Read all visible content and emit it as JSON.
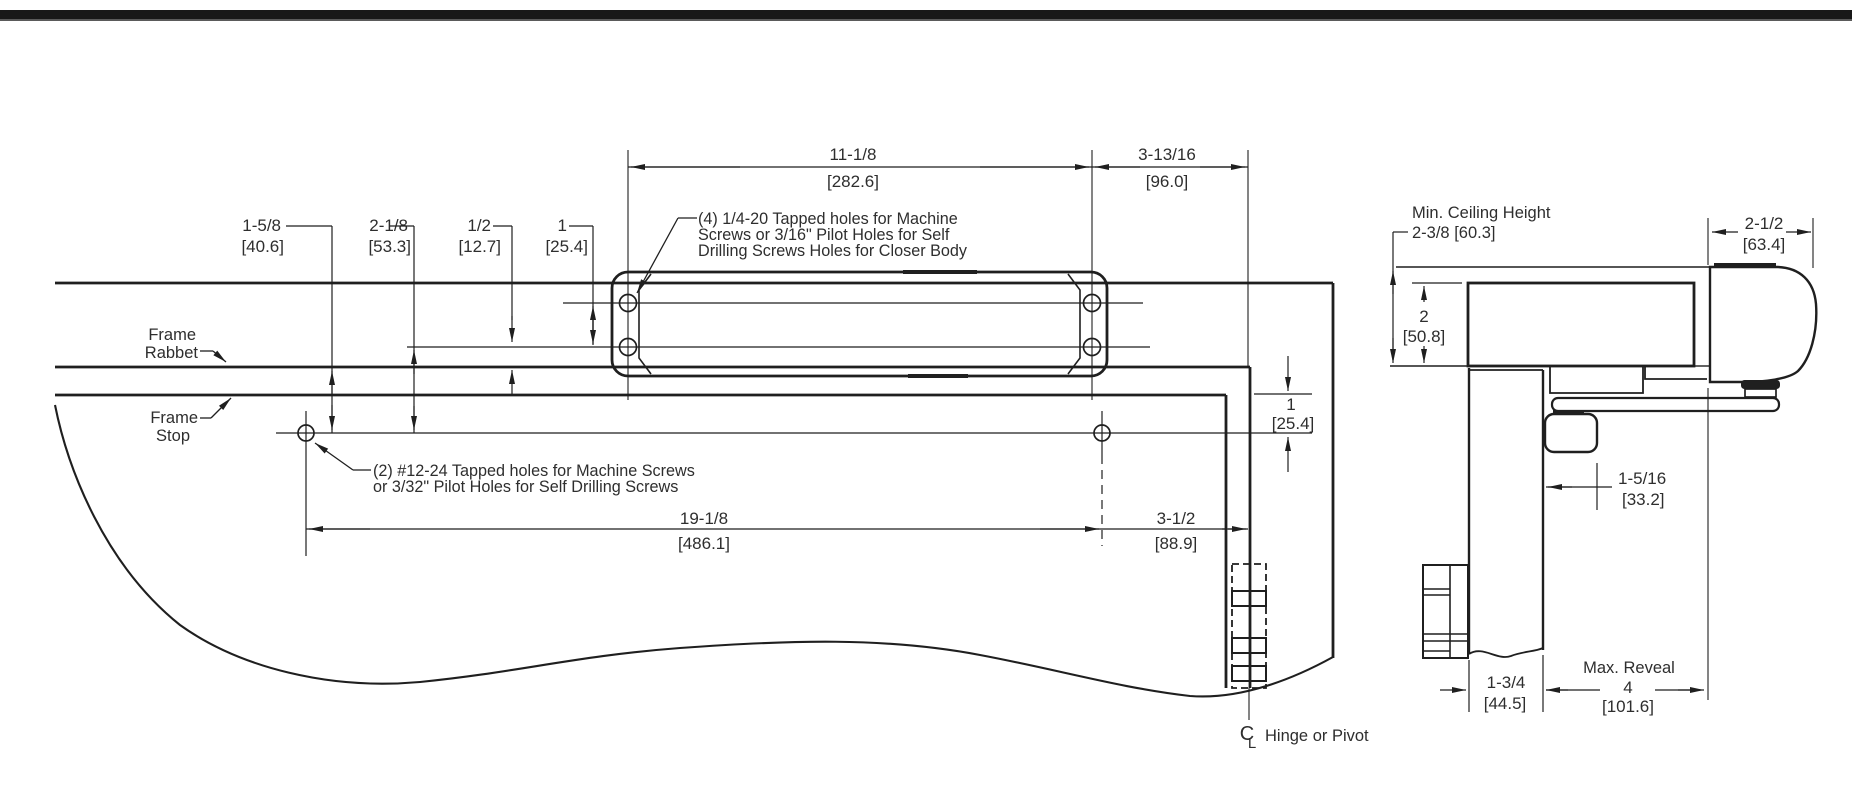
{
  "page": {
    "background": "#ffffff",
    "top_bar_color": "#181818",
    "line_color": "#1f1f1f",
    "text_color": "#2e2e2e"
  },
  "front_view": {
    "dim_closer_holes_span": {
      "in": "11-1/8",
      "mm": "[282.6]"
    },
    "dim_holes_to_hinge": {
      "in": "3-13/16",
      "mm": "[96.0]"
    },
    "dim_rabbet_to_frame_holes": {
      "in": "1-5/8",
      "mm": "[40.6]"
    },
    "dim_body_line_to_frame_holes": {
      "in": "2-1/8",
      "mm": "[53.3]"
    },
    "dim_body_line_to_rabbet": {
      "in": "1/2",
      "mm": "[12.7]"
    },
    "dim_hole_rows": {
      "in": "1",
      "mm": "[25.4]"
    },
    "dim_stop_to_frame_holes": {
      "in": "1",
      "mm": "[25.4]"
    },
    "dim_frame_holes_span": {
      "in": "19-1/8",
      "mm": "[486.1]"
    },
    "dim_frame_hole_to_hinge": {
      "in": "3-1/2",
      "mm": "[88.9]"
    },
    "note_closer_holes": {
      "line1": "(4) 1/4-20 Tapped holes for Machine",
      "line2": "Screws or 3/16\" Pilot Holes for Self",
      "line3": "Drilling Screws Holes for Closer Body"
    },
    "note_frame_holes": {
      "line1": "(2) #12-24 Tapped holes for Machine Screws",
      "line2": "or 3/32\" Pilot Holes for Self Drilling Screws"
    },
    "label_frame_rabbet": {
      "line1": "Frame",
      "line2": "Rabbet"
    },
    "label_frame_stop": {
      "line1": "Frame",
      "line2": "Stop"
    },
    "label_hinge_centerline": {
      "symbol_c": "C",
      "symbol_l": "L",
      "text": "Hinge or Pivot"
    }
  },
  "side_view": {
    "label_min_ceiling": {
      "line1": "Min. Ceiling Height",
      "line2": "2-3/8 [60.3]"
    },
    "dim_closer_depth": {
      "in": "2-1/2",
      "mm": "[63.4]"
    },
    "dim_header_height": {
      "in": "2",
      "mm": "[50.8]"
    },
    "dim_door_to_shoe": {
      "in": "1-5/16",
      "mm": "[33.2]"
    },
    "dim_door_thickness": {
      "in": "1-3/4",
      "mm": "[44.5]"
    },
    "dim_max_reveal": {
      "label": "Max. Reveal",
      "in": "4",
      "mm": "[101.6]"
    }
  }
}
